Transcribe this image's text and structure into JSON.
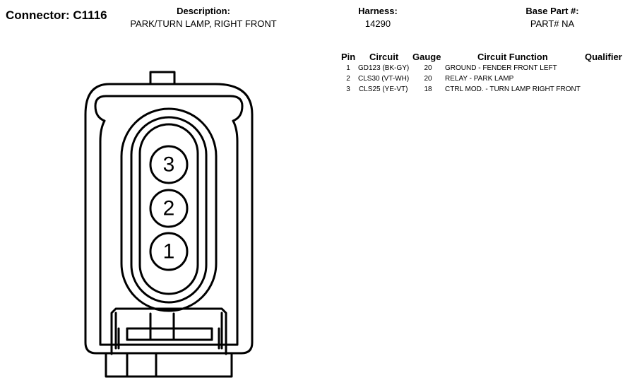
{
  "connector": {
    "title": "Connector: C1116"
  },
  "header": {
    "description": {
      "label": "Description:",
      "value": "PARK/TURN LAMP, RIGHT FRONT"
    },
    "harness": {
      "label": "Harness:",
      "value": "14290"
    },
    "base_part": {
      "label": "Base Part #:",
      "value": "PART# NA"
    }
  },
  "table": {
    "columns": {
      "pin": "Pin",
      "circuit": "Circuit",
      "gauge": "Gauge",
      "function": "Circuit Function",
      "qualifier": "Qualifier"
    },
    "rows": [
      {
        "pin": "1",
        "circuit": "GD123 (BK-GY)",
        "gauge": "20",
        "function": "GROUND - FENDER FRONT LEFT",
        "qualifier": ""
      },
      {
        "pin": "2",
        "circuit": "CLS30 (VT-WH)",
        "gauge": "20",
        "function": "RELAY - PARK LAMP",
        "qualifier": ""
      },
      {
        "pin": "3",
        "circuit": "CLS25 (YE-VT)",
        "gauge": "18",
        "function": "CTRL MOD. - TURN LAMP RIGHT FRONT",
        "qualifier": ""
      }
    ]
  },
  "diagram": {
    "pins": [
      {
        "label": "3"
      },
      {
        "label": "2"
      },
      {
        "label": "1"
      }
    ]
  }
}
